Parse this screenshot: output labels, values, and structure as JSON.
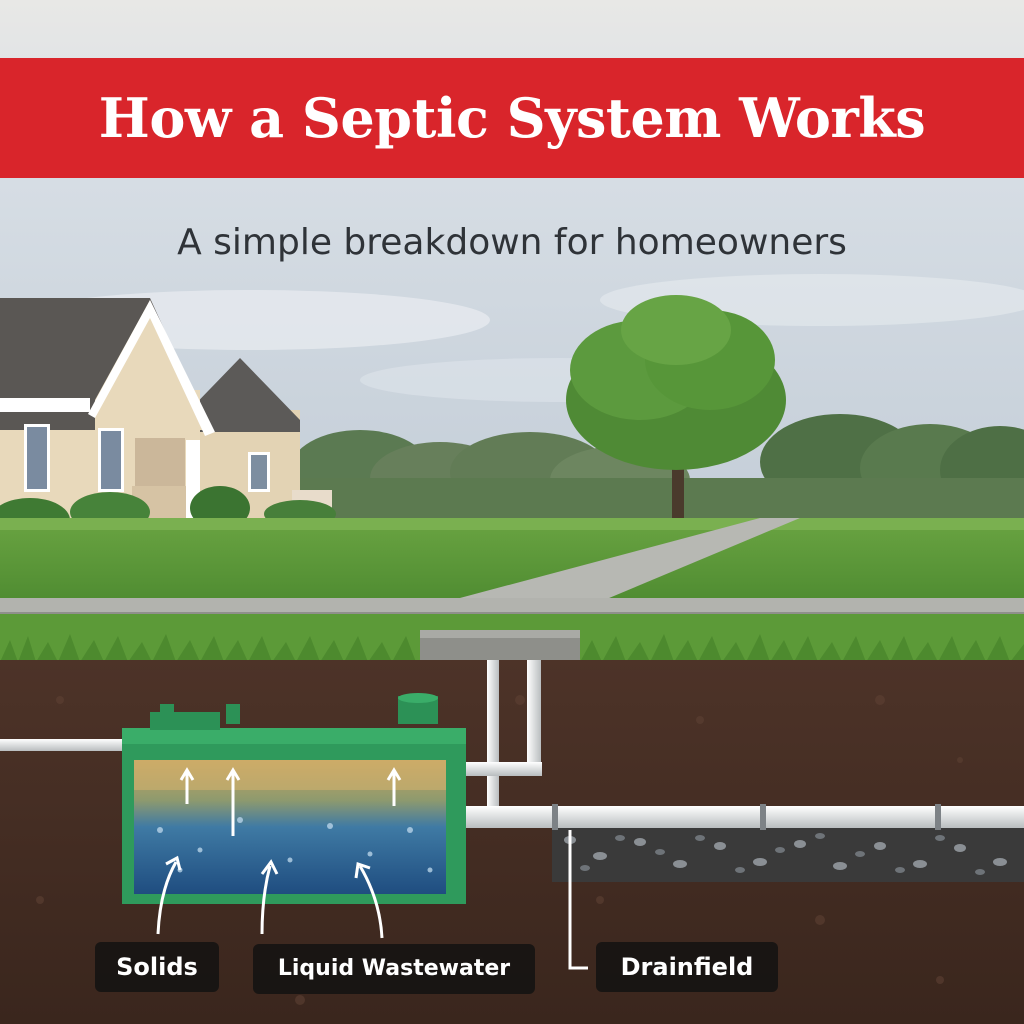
{
  "header": {
    "title": "How a Septic System Works",
    "subtitle": "A simple breakdown for homeowners"
  },
  "labels": {
    "solids": "Solids",
    "liquid": "Liquid Wastewater",
    "drainfield": "Drainfield"
  },
  "colors": {
    "banner": "#d9252b",
    "tank": "#2f9a5c",
    "soil": "#4a3125",
    "grass": "#5d9a3a",
    "pipe": "#e6e8e8"
  },
  "icons": [
    "house-icon",
    "tree-icon",
    "septic-tank-icon",
    "pipe-icon",
    "gravel-icon",
    "arrow-icon"
  ]
}
